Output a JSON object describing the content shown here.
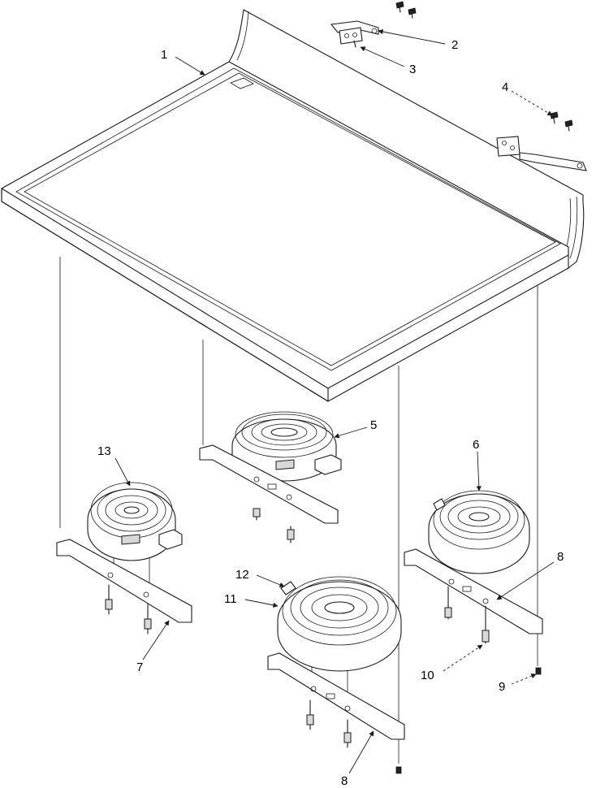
{
  "callouts": [
    {
      "id": "1",
      "label": "1"
    },
    {
      "id": "2",
      "label": "2"
    },
    {
      "id": "3",
      "label": "3"
    },
    {
      "id": "4",
      "label": "4"
    },
    {
      "id": "5",
      "label": "5"
    },
    {
      "id": "6",
      "label": "6"
    },
    {
      "id": "7",
      "label": "7"
    },
    {
      "id": "8a",
      "label": "8"
    },
    {
      "id": "8b",
      "label": "8"
    },
    {
      "id": "9",
      "label": "9"
    },
    {
      "id": "10",
      "label": "10"
    },
    {
      "id": "11",
      "label": "11"
    },
    {
      "id": "12",
      "label": "12"
    },
    {
      "id": "13",
      "label": "13"
    }
  ]
}
